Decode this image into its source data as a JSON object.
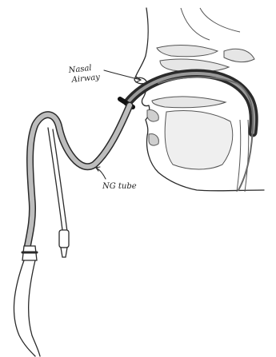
{
  "labels": {
    "nasal_airway_line1": "Nasal",
    "nasal_airway_line2": "Airway",
    "ng_tube": "NG tube"
  },
  "colors": {
    "ink": "#2a2a2a",
    "shade": "#bdbdbd",
    "paper": "#ffffff"
  }
}
